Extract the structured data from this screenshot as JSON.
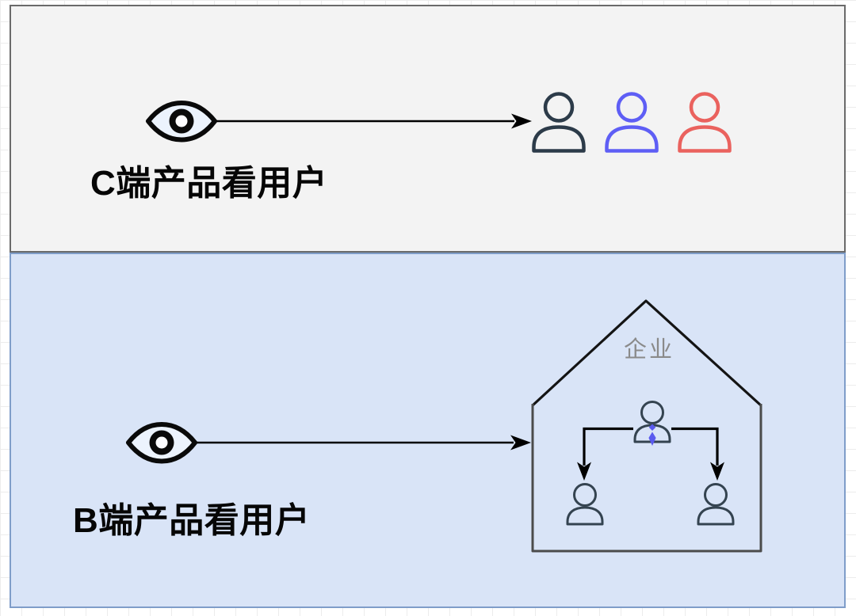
{
  "panel_c": {
    "label": "C端产品看用户",
    "bg": "#f3f3f3",
    "border": "#6a6a6a",
    "persons": [
      {
        "name": "dark-user",
        "color": "#2c3b49"
      },
      {
        "name": "blue-user",
        "color": "#5e5ef5"
      },
      {
        "name": "red-user",
        "color": "#ea625e"
      }
    ]
  },
  "panel_b": {
    "label": "B端产品看用户",
    "bg": "#d9e4f7",
    "border": "#7f9dc9",
    "enterprise_label": "企业",
    "enterprise_label_color": "#8a8a8a",
    "org": {
      "person_color": "#344350",
      "tie_color": "#5a5aee"
    }
  },
  "colors": {
    "arrow": "#000000",
    "house_roof": "#141414",
    "house_wall": "#4b4b4b",
    "eye_outline": "#0a0a0a",
    "eye_fill": "#ecf3fd",
    "eye_pupil": "#fdfdff"
  }
}
